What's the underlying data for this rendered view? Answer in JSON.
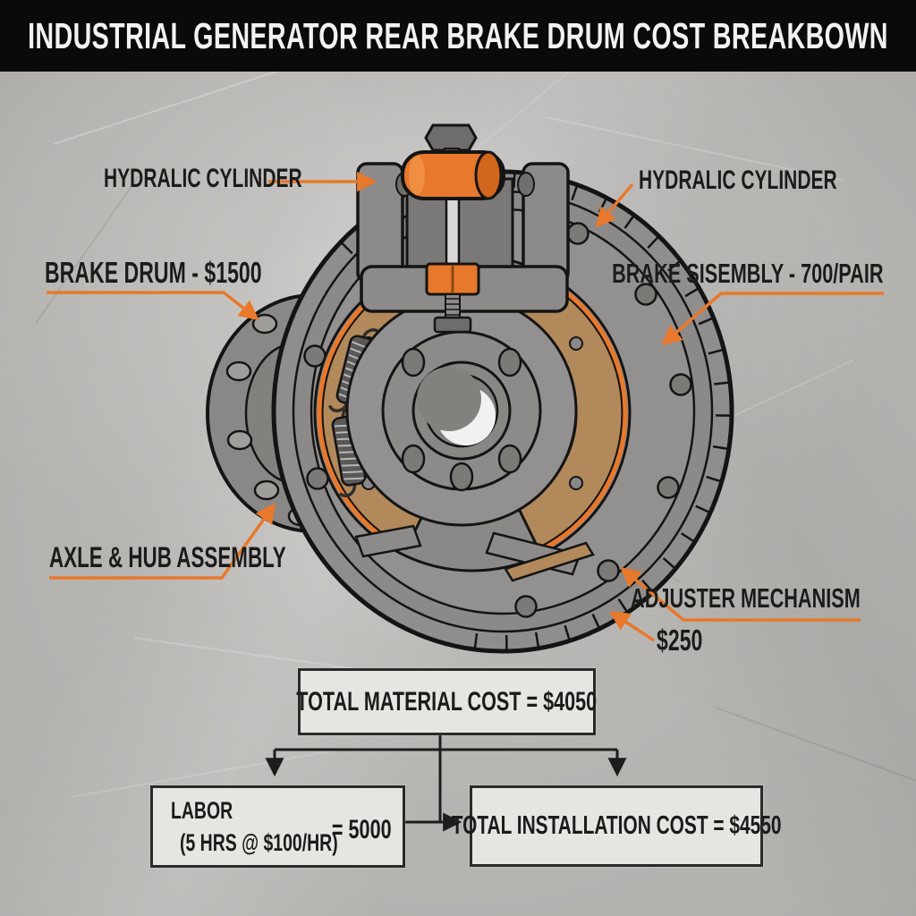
{
  "header": {
    "title": "INDUSTRIAL GENERATOR REAR BRAKE DRUM COST BREAKBOWN"
  },
  "part_labels": {
    "hydraulic_cylinder_left": "HYDRALIC CYLINDER",
    "hydraulic_cylinder_right": "HYDRALIC CYLINDER",
    "brake_drum": "BRAKE DRUM - $1500",
    "brake_assembly": "BRAKE SISEMBLY - 700/PAIR",
    "axle_hub": "AXLE & HUB ASSEMBLY",
    "adjuster_mechanism": "ADJUSTER MECHANISM",
    "adjuster_price": "$250"
  },
  "cost_summary": {
    "total_material": "TOTAL MATERIAL COST = $4050",
    "labor_title": "LABOR",
    "labor_detail": "(5 HRS @ $100/HR)",
    "labor_value": "= 5000",
    "total_installation": "TOTAL INSTALLATION COST = $4550"
  },
  "colors": {
    "accent_orange": "#E8782B",
    "header_background": "#0A0A0A",
    "panel_background": "#E7E5E2",
    "panel_border": "#2B2A28",
    "metal_background": "#B2B0AD",
    "drum_gray": "#908E8C",
    "shoe_tan": "#B2895B"
  }
}
